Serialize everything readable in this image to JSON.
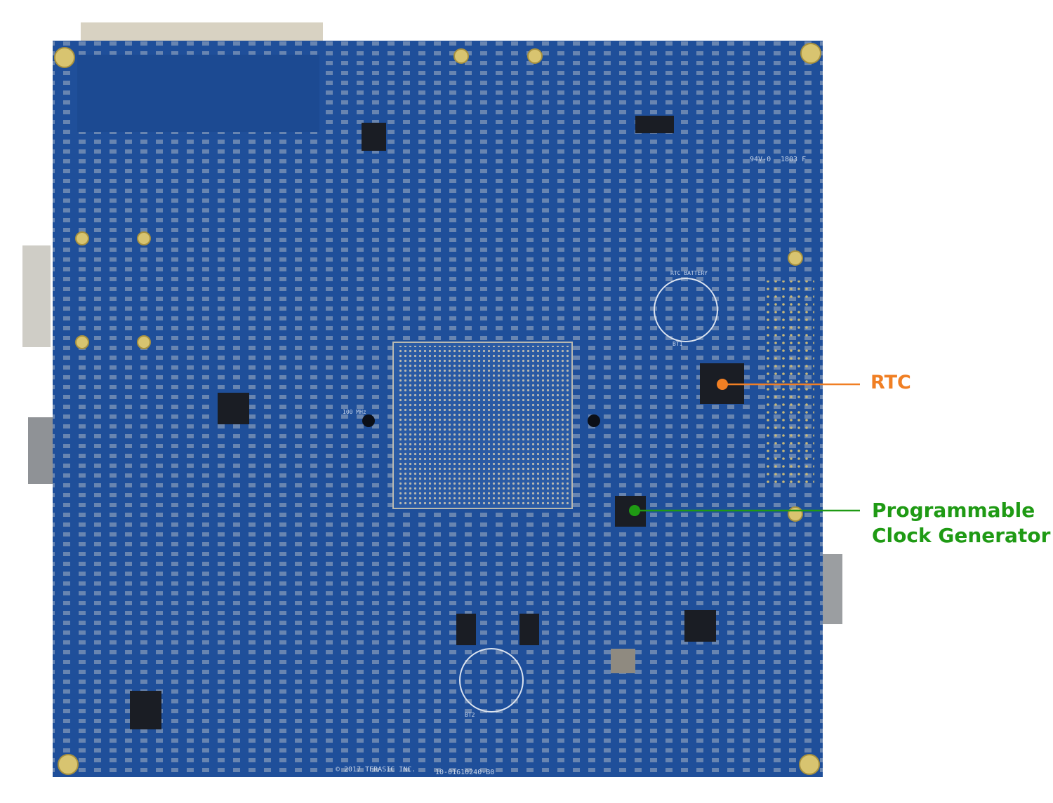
{
  "callouts": {
    "rtc": {
      "label": "RTC",
      "color": "#f07f24"
    },
    "clock_generator": {
      "line1": "Programmable",
      "line2": "Clock Generator",
      "color": "#1f9a14"
    }
  },
  "silkscreen": {
    "copyright": "© 2017 TERASIC INC.",
    "part_number": "10-01610240-B0",
    "rtc_battery": "RTC BATTERY",
    "bt1": "BT1",
    "bt2": "BT2",
    "clock_freq": "100 MHz",
    "marking": "94V-0",
    "date_code": "1803 F"
  },
  "colors": {
    "board": "#1f4f9a",
    "pad": "#d8c98a",
    "chip": "#1a1d24"
  }
}
